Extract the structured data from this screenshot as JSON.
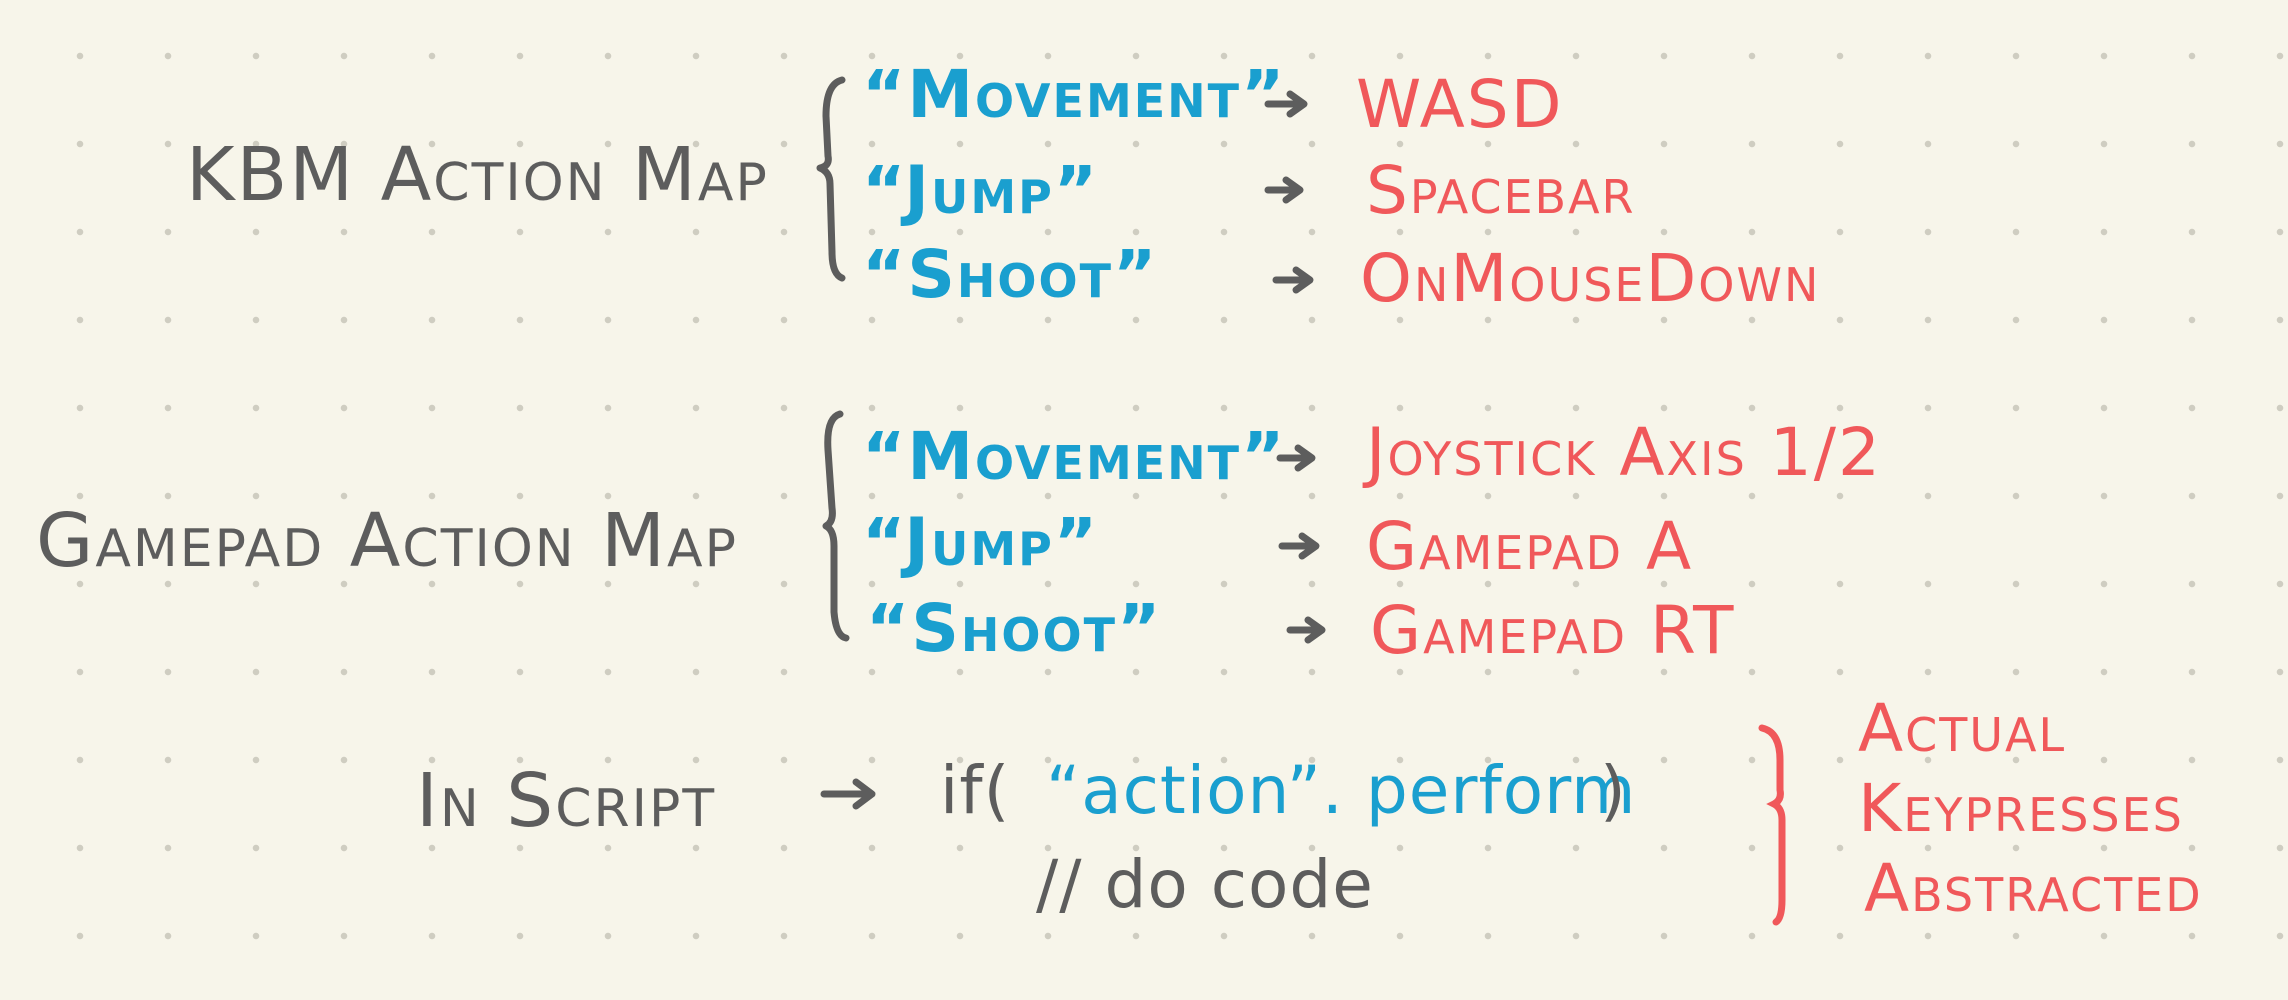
{
  "kbm_map": {
    "label": "KBM Action Map",
    "rows": [
      {
        "action": "“Movement”",
        "key": "WASD"
      },
      {
        "action": "“Jump”",
        "key": "Spacebar"
      },
      {
        "action": "“Shoot”",
        "key": "OnMouseDown"
      }
    ]
  },
  "gamepad_map": {
    "label": "Gamepad Action Map",
    "rows": [
      {
        "action": "“Movement”",
        "key": "Joystick Axis 1/2"
      },
      {
        "action": "“Jump”",
        "key": "Gamepad A"
      },
      {
        "action": "“Shoot”",
        "key": "Gamepad RT"
      }
    ]
  },
  "script": {
    "label": "In Script",
    "code_prefix": "if(",
    "code_action": "“action”. perform",
    "code_suffix": ")",
    "comment": "// do code",
    "note_line1": "Actual",
    "note_line2": "Keypresses",
    "note_line3": "Abstracted"
  },
  "colors": {
    "background": "#f7f5ea",
    "dots": "#cfcdc1",
    "gray_ink": "#5d5d5d",
    "blue_ink": "#1a9fcf",
    "red_ink": "#f0585a"
  }
}
